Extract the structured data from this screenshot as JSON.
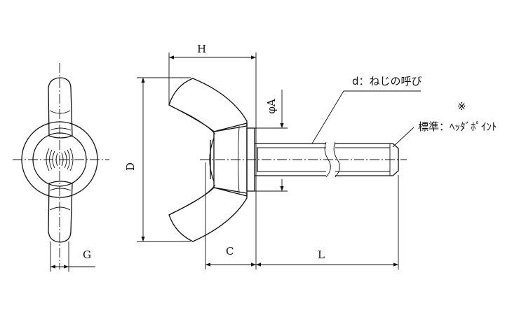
{
  "dimensions": {
    "H": "H",
    "D": "D",
    "phiA": "φA",
    "C": "C",
    "L": "L",
    "G": "G"
  },
  "notes": {
    "thread": "d：ねじの呼び",
    "mark": "※",
    "standard": "標準：ﾍｯﾀﾞﾎﾟｲﾝﾄ"
  }
}
